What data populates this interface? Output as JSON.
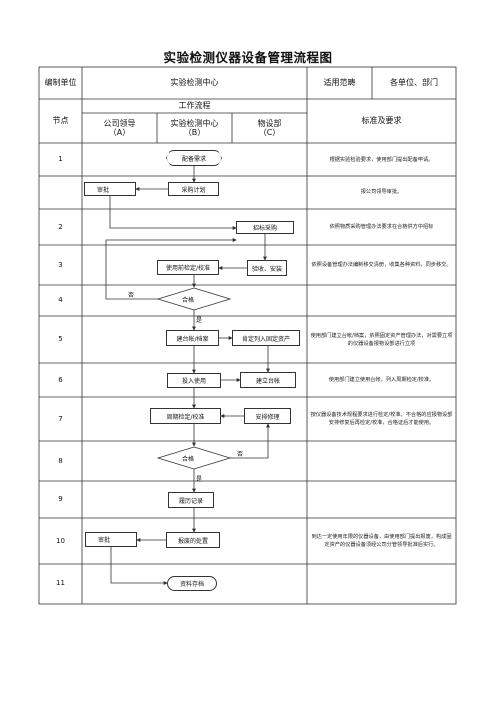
{
  "title": "实验检测仪器设备管理流程图",
  "header": {
    "unit_label": "编制单位",
    "unit_value": "实验检测中心",
    "scope_label": "适用范畴",
    "scope_value": "各单位、部门",
    "node_label": "节点",
    "workflow_label": "工作流程",
    "col_a": "公司领导\n（A）",
    "col_b": "实验检测中心\n（B）",
    "col_c": "物设部\n（C）",
    "standard_label": "标准及要求"
  },
  "nodes": [
    "1",
    "",
    "2",
    "3",
    "4",
    "5",
    "6",
    "7",
    "8",
    "9",
    "10",
    "11"
  ],
  "flow": {
    "config_need": "配备需求",
    "approve1": "审批",
    "purchase_plan": "采购计划",
    "bid_purchase": "招标采购",
    "pre_check": "使用前检定/校准",
    "accept_install": "验收、安装",
    "qualified1": "合格",
    "no1": "否",
    "yes1": "是",
    "build_ledger": "建台帐/档案",
    "fixed_assets": "肯定列入固定资产",
    "put_in_use": "投入使用",
    "build_ledger2": "建立台帐",
    "periodic_check": "周期检定/校准",
    "arrange_repair": "安排修理",
    "qualified2": "合格",
    "no2": "否",
    "yes2": "是",
    "history": "履历记录",
    "approve2": "审批",
    "scrap": "报废的处置",
    "archive": "资料存档"
  },
  "standards": [
    "根据实验检验要求，使用部门提出配备申请。",
    "报公司领导审批。",
    "依照物质采购管理办法要求在合格供方中招标",
    "依照设备管理办法编制移交清册，收集各种资料，同步移交。",
    "",
    "使用部门建立台帐/档案，依照固定资产管理办法，对需要立项的仪器设备报物设部进行立项",
    "使用部门建立使用台帐，列入周期检定/校准。",
    "按仪器设备技术规程要求进行检定/校准，不合格的应报物设部安排修复后再检定/校准，合格证后才能使用。",
    "",
    "",
    "到达一定使用年限的仪器设备，由使用部门提出报废，构成固定资产的仪器设备须经公司分管领导批准后实行。",
    ""
  ]
}
